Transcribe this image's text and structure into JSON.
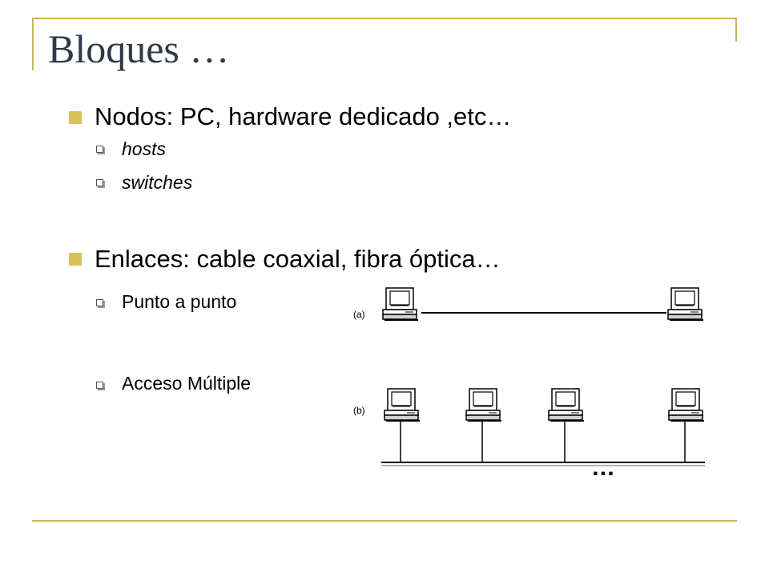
{
  "title": "Bloques …",
  "bullets": [
    {
      "text": "Nodos: PC, hardware dedicado ,etc…",
      "sub": [
        "hosts",
        "switches"
      ]
    },
    {
      "text": "Enlaces: cable coaxial, fibra óptica…",
      "sub": [
        "Punto a punto",
        "Acceso Múltiple"
      ]
    }
  ],
  "diagram": {
    "label_a": "(a)",
    "label_b": "(b)",
    "ellipsis": "…"
  },
  "colors": {
    "accent_rule": "#c9b55a",
    "bullet": "#d8c25a",
    "title": "#2e3a4a"
  }
}
